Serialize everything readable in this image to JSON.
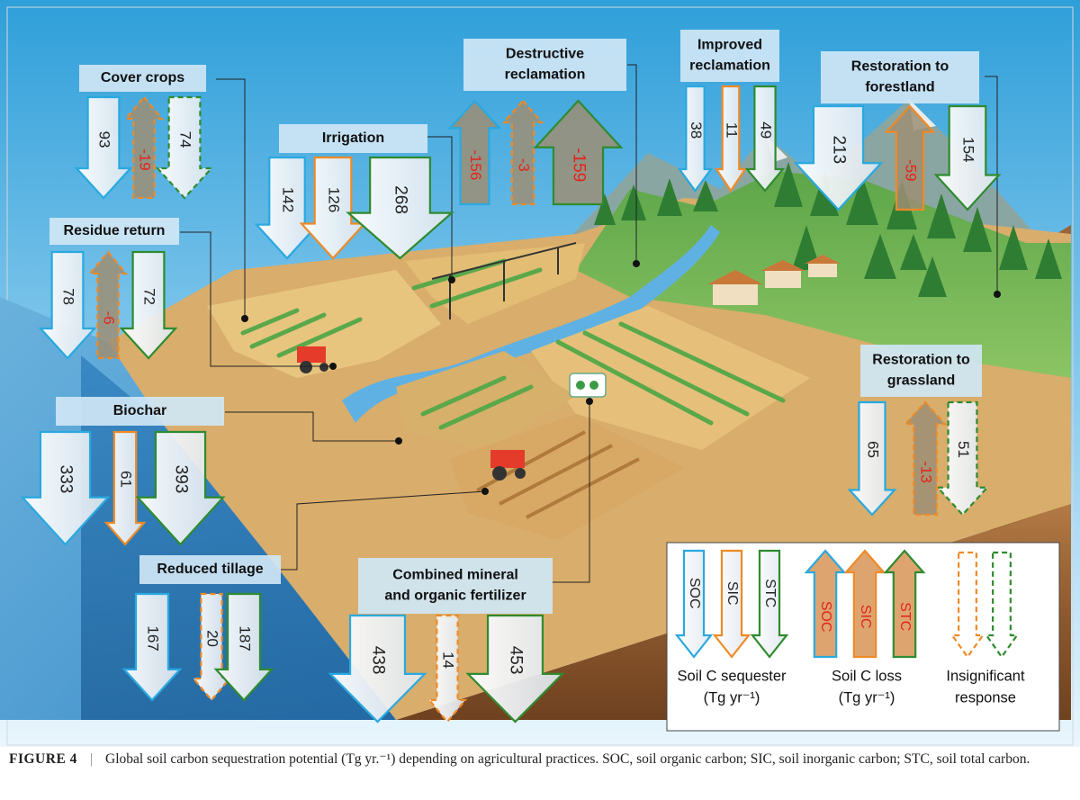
{
  "caption": {
    "label": "FIGURE 4",
    "separator": "|",
    "text": "Global soil carbon sequestration potential (Tg yr.⁻¹) depending on agricultural practices. SOC, soil organic carbon; SIC, soil inorganic carbon; STC, soil total carbon."
  },
  "colors": {
    "soc": "#29a9df",
    "sic": "#ee8a26",
    "stc": "#2f8b2f",
    "loss_value": "#e3241b",
    "seq_value": "#222222"
  },
  "practices": [
    {
      "id": "cover-crops",
      "title_lines": [
        "Cover crops"
      ],
      "soc": "93",
      "sic": "-19",
      "stc": "74",
      "soc_type": "seq",
      "sic_type": "loss-insig",
      "stc_type": "insig"
    },
    {
      "id": "residue-return",
      "title_lines": [
        "Residue return"
      ],
      "soc": "78",
      "sic": "-6",
      "stc": "72",
      "soc_type": "seq",
      "sic_type": "loss-insig",
      "stc_type": "seq"
    },
    {
      "id": "biochar",
      "title_lines": [
        "Biochar"
      ],
      "soc": "333",
      "sic": "61",
      "stc": "393",
      "soc_type": "seq",
      "sic_type": "seq",
      "stc_type": "seq"
    },
    {
      "id": "reduced-tillage",
      "title_lines": [
        "Reduced tillage"
      ],
      "soc": "167",
      "sic": "20",
      "stc": "187",
      "soc_type": "seq",
      "sic_type": "insig",
      "stc_type": "seq"
    },
    {
      "id": "irrigation",
      "title_lines": [
        "Irrigation"
      ],
      "soc": "142",
      "sic": "126",
      "stc": "268",
      "soc_type": "seq",
      "sic_type": "seq",
      "stc_type": "seq"
    },
    {
      "id": "destructive-reclamation",
      "title_lines": [
        "Destructive",
        "reclamation"
      ],
      "soc": "-156",
      "sic": "-3",
      "stc": "-159",
      "soc_type": "loss",
      "sic_type": "loss-insig",
      "stc_type": "loss"
    },
    {
      "id": "improved-reclamation",
      "title_lines": [
        "Improved",
        "reclamation"
      ],
      "soc": "38",
      "sic": "11",
      "stc": "49",
      "soc_type": "seq",
      "sic_type": "seq",
      "stc_type": "seq"
    },
    {
      "id": "restoration-forestland",
      "title_lines": [
        "Restoration to",
        "forestland"
      ],
      "soc": "213",
      "sic": "-59",
      "stc": "154",
      "soc_type": "seq",
      "sic_type": "loss",
      "stc_type": "seq"
    },
    {
      "id": "restoration-grassland",
      "title_lines": [
        "Restoration to",
        "grassland"
      ],
      "soc": "65",
      "sic": "-13",
      "stc": "51",
      "soc_type": "seq",
      "sic_type": "loss-insig",
      "stc_type": "insig"
    },
    {
      "id": "combined-fertilizer",
      "title_lines": [
        "Combined mineral",
        "and organic fertilizer"
      ],
      "soc": "438",
      "sic": "14",
      "stc": "453",
      "soc_type": "seq",
      "sic_type": "insig",
      "stc_type": "seq"
    }
  ],
  "legend": {
    "soc": "SOC",
    "sic": "SIC",
    "stc": "STC",
    "sequester_lines": [
      "Soil C sequester",
      "(Tg yr⁻¹)"
    ],
    "loss_lines": [
      "Soil C loss",
      "(Tg yr⁻¹)"
    ],
    "insig_lines": [
      "Insignificant",
      "response"
    ]
  }
}
